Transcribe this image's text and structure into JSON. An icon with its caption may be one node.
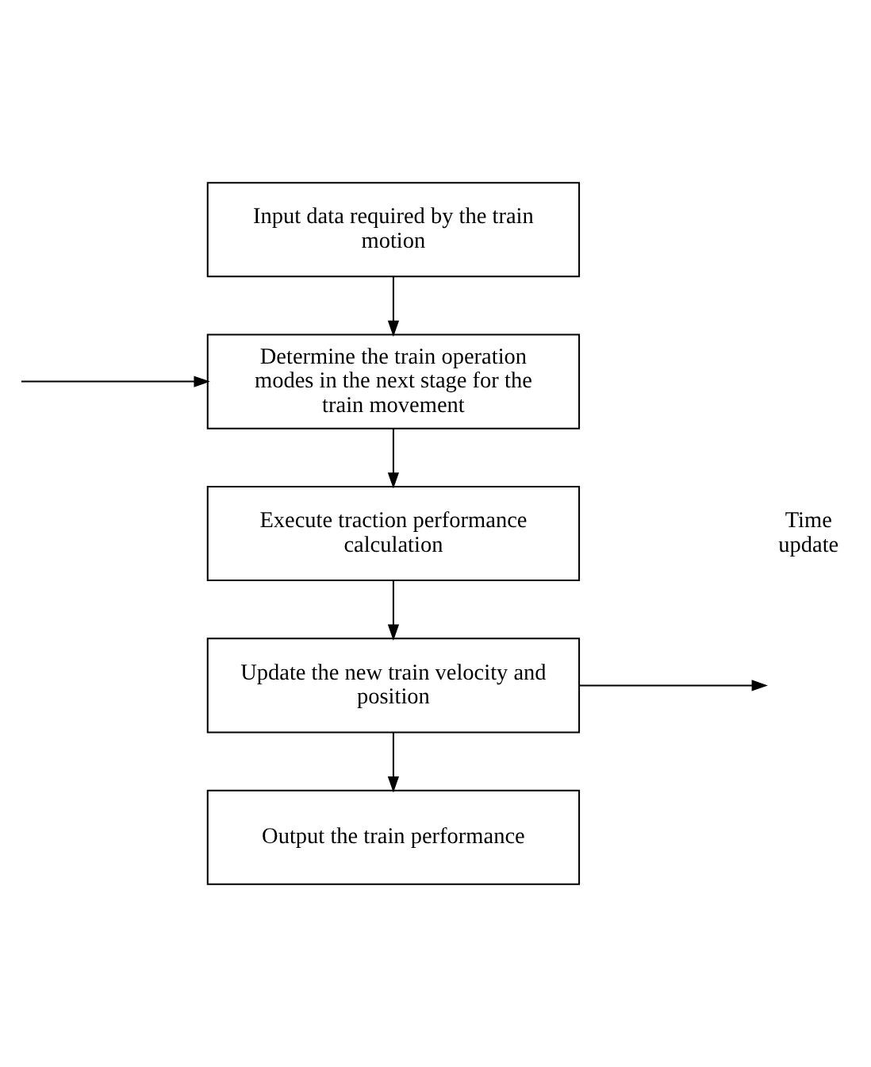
{
  "diagram": {
    "nodes": [
      {
        "text": [
          "Input data required by the train motion"
        ]
      },
      {
        "text": [
          "Determine the train operation modes in the next stage for the train movement"
        ]
      },
      {
        "text": [
          "Execute traction performance calculation"
        ]
      },
      {
        "text": [
          "Update the new train velocity and position"
        ]
      },
      {
        "text": [
          "Output the train performance"
        ]
      }
    ],
    "edges": [
      {
        "from": 0,
        "to": 1,
        "arrow": "to"
      },
      {
        "from": 1,
        "to": 2,
        "arrow": "to"
      },
      {
        "from": 2,
        "to": 3,
        "arrow": "to"
      },
      {
        "from": 3,
        "to": 4,
        "arrow": "to"
      },
      {
        "from": 3,
        "to": null,
        "arrow": "to"
      },
      {
        "from": null,
        "to": 1,
        "arrow": "to"
      }
    ],
    "labels": [
      "Time update"
    ]
  }
}
